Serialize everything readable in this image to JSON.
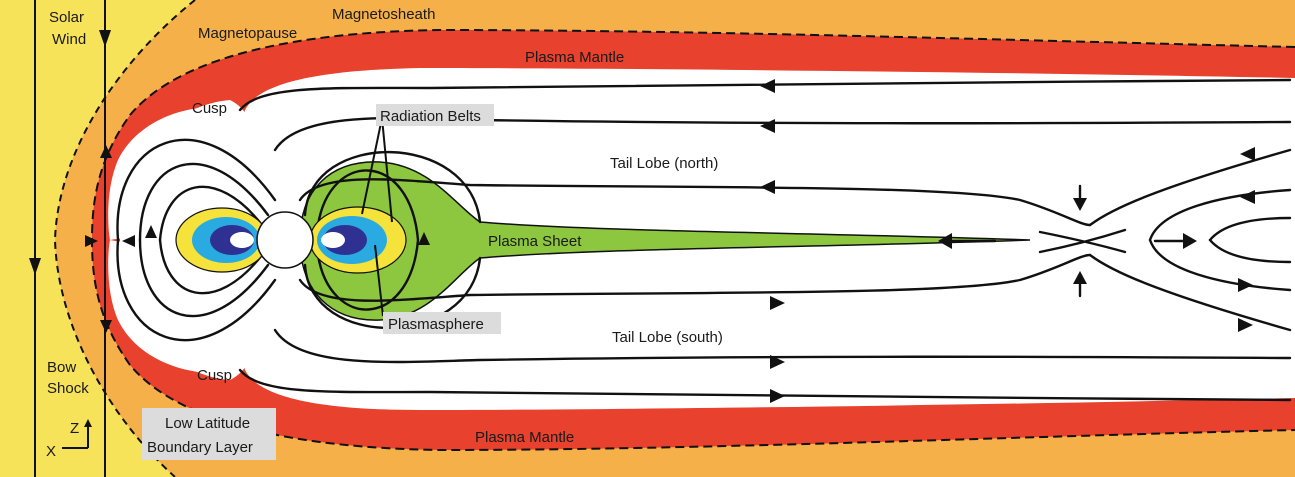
{
  "labels": {
    "solar_wind_1": "Solar",
    "solar_wind_2": "Wind",
    "magnetosheath": "Magnetosheath",
    "magnetopause": "Magnetopause",
    "plasma_mantle_top": "Plasma Mantle",
    "plasma_mantle_bottom": "Plasma Mantle",
    "cusp_top": "Cusp",
    "cusp_bottom": "Cusp",
    "radiation_belts": "Radiation Belts",
    "tail_lobe_north": "Tail Lobe (north)",
    "tail_lobe_south": "Tail Lobe (south)",
    "plasma_sheet": "Plasma Sheet",
    "plasmasphere": "Plasmasphere",
    "bow_shock_1": "Bow",
    "bow_shock_2": "Shock",
    "llbl_1": "Low Latitude",
    "llbl_2": "Boundary Layer",
    "axis_z": "Z",
    "axis_x": "X"
  },
  "colors": {
    "solar_wind": "#f7e35a",
    "magnetosheath": "#f6b04a",
    "plasma_mantle": "#e8412d",
    "plasma_sheet": "#8dc63f",
    "magnetosphere": "#ffffff",
    "belt_yellow": "#f5e33c",
    "belt_lightblue": "#29aae1",
    "belt_darkblue": "#2e3192"
  }
}
